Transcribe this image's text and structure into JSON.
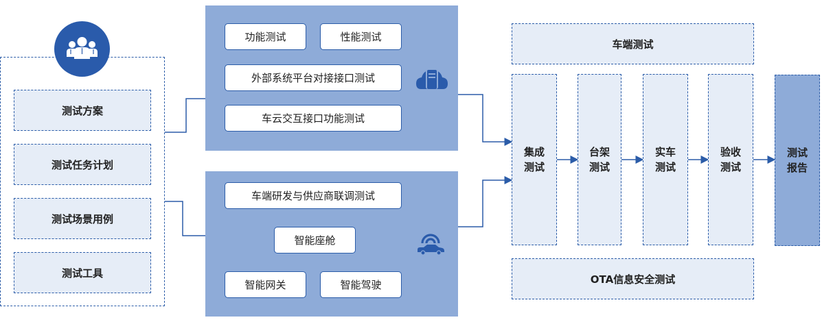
{
  "left_group": {
    "icon": "team-users-icon",
    "items": [
      "测试方案",
      "测试任务计划",
      "测试场景用例",
      "测试工具"
    ]
  },
  "cloud_panel": {
    "icon": "cloud-server-icon",
    "items": [
      "功能测试",
      "性能测试",
      "外部系统平台对接接口测试",
      "车云交互接口功能测试"
    ]
  },
  "vehicle_panel": {
    "icon": "connected-car-icon",
    "items": [
      "车端研发与供应商联调测试",
      "智能座舱",
      "智能网关",
      "智能驾驶"
    ]
  },
  "right_group": {
    "top_banner": "车端测试",
    "stages": [
      "集成测试",
      "台架测试",
      "实车测试",
      "验收测试"
    ],
    "report": "测试报告",
    "bottom_banner": "OTA信息安全测试"
  },
  "colors": {
    "primary": "#2b5ca8",
    "panel": "#8eabd8",
    "light_fill": "#e6edf7"
  }
}
